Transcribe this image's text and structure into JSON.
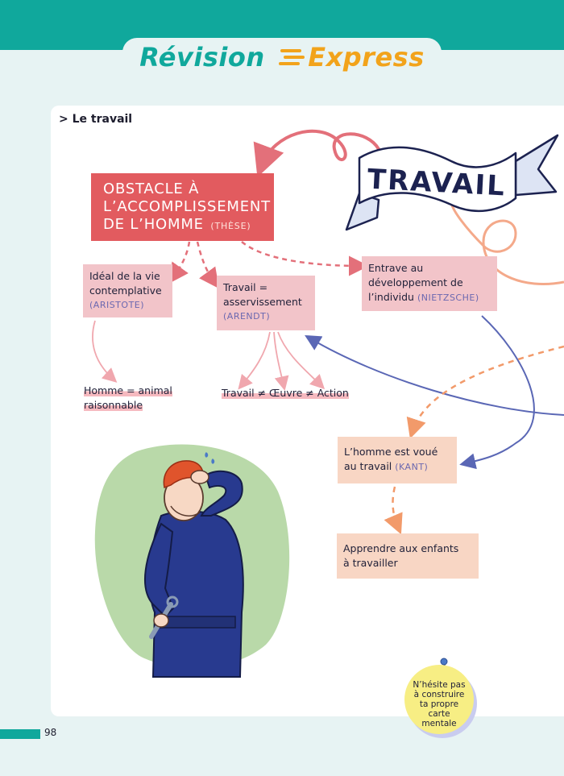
{
  "header": {
    "title_part1": "Révision",
    "title_part2": "Express"
  },
  "section": {
    "label": "> Le travail"
  },
  "banner": {
    "text": "TRAVAIL"
  },
  "thesis": {
    "line1": "OBSTACLE À",
    "line2": "L’ACCOMPLISSEMENT",
    "line3": "DE L’HOMME",
    "tag": "(THÈSE)"
  },
  "nodes": {
    "aristote": {
      "line1": "Idéal de la vie",
      "line2": "contemplative",
      "author": "(ARISTOTE)"
    },
    "arendt": {
      "line1": "Travail =",
      "line2": "asservissement",
      "author": "(ARENDT)"
    },
    "nietzsche": {
      "line1": "Entrave au",
      "line2": "développement de",
      "line3": "l’individu",
      "author": "(NIETZSCHE)"
    },
    "homme_animal": {
      "line1": "Homme = animal",
      "line2": "raisonnable"
    },
    "travail_oeuvre": {
      "text": "Travail ≠ Œuvre ≠ Action"
    },
    "kant": {
      "line1": "L’homme est voué",
      "line2": "au travail",
      "author": "(KANT)"
    },
    "apprendre": {
      "line1": "Apprendre aux enfants",
      "line2": "à travailler"
    }
  },
  "note": {
    "line1": "N’hésite pas",
    "line2": "à construire",
    "line3": "ta propre",
    "line4": "carte",
    "line5": "mentale"
  },
  "footer": {
    "page_number": "98"
  },
  "colors": {
    "teal": "#10a89c",
    "orange": "#f2a31b",
    "thesis_red": "#e25b5f",
    "pink_box": "#f2c4c9",
    "peach_box": "#f8d6c4",
    "author_blue": "#6b68b0",
    "note_yellow": "#f7ee84"
  }
}
